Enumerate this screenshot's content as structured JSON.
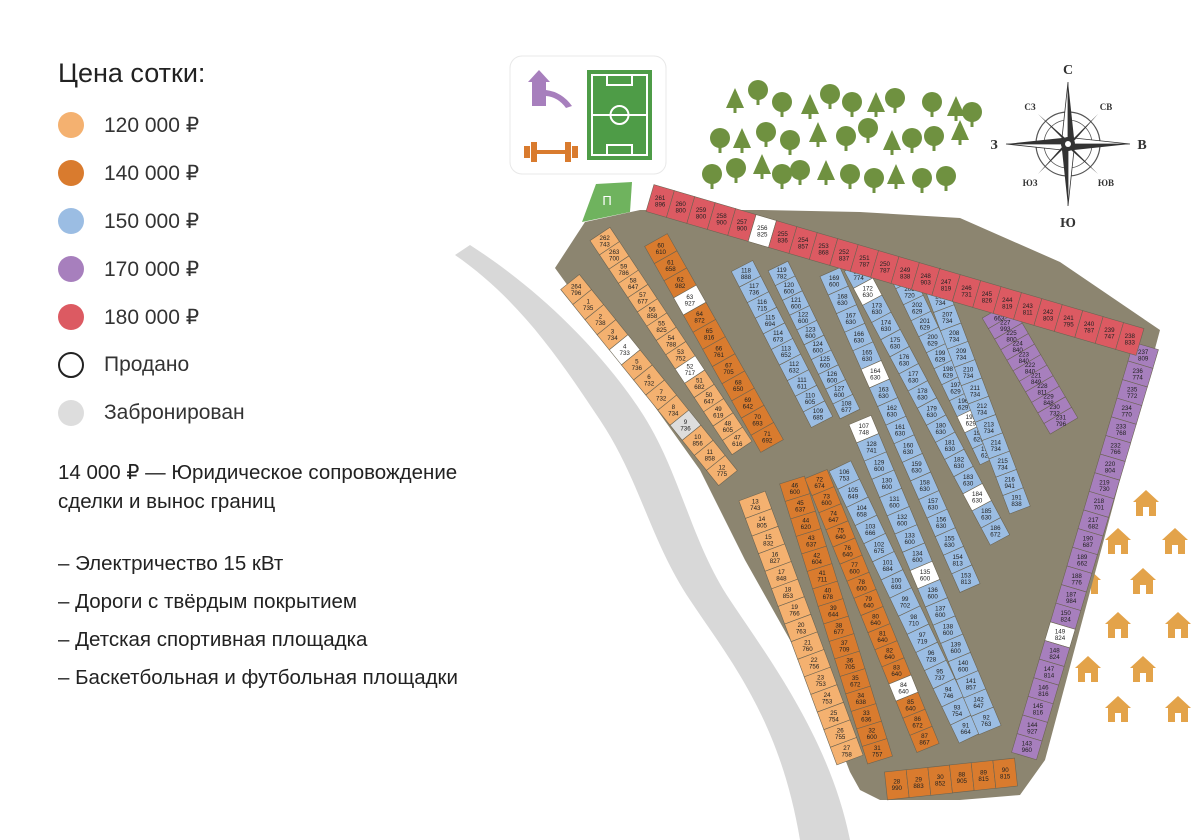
{
  "legend": {
    "title": "Цена сотки:",
    "items": [
      {
        "label": "120 000 ₽",
        "color": "#f4b170",
        "status": "price"
      },
      {
        "label": "140 000 ₽",
        "color": "#d97b2e",
        "status": "price"
      },
      {
        "label": "150 000 ₽",
        "color": "#9bbde3",
        "status": "price"
      },
      {
        "label": "170 000 ₽",
        "color": "#a77fbd",
        "status": "price"
      },
      {
        "label": "180 000 ₽",
        "color": "#dc5a62",
        "status": "price"
      },
      {
        "label": "Продано",
        "color": "#ffffff",
        "status": "sold"
      },
      {
        "label": "Забронирован",
        "color": "#dddddd",
        "status": "reserved"
      }
    ]
  },
  "legal_note": "14 000 ₽ — Юридическое сопровождение сделки и вынос границ",
  "features": [
    "– Электричество 15 кВт",
    "– Дороги с твёрдым покрытием",
    "– Детская спортивная площадка",
    "– Баскетбольная и футбольная площадки"
  ],
  "map": {
    "parking_label": "П",
    "compass": {
      "n": "С",
      "s": "Ю",
      "w": "З",
      "e": "В",
      "nw": "СЗ",
      "ne": "СВ",
      "sw": "ЮЗ",
      "se": "ЮВ"
    },
    "icons": [
      "playground-icon",
      "football-field-icon",
      "dumbbell-icon"
    ],
    "lot_columns": [
      {
        "group": "strip-west",
        "price_index": 0,
        "lots": [
          [
            "264",
            "796"
          ],
          [
            "1",
            "735"
          ],
          [
            "2",
            "738"
          ],
          [
            "3",
            "734"
          ],
          [
            "4",
            "733"
          ],
          [
            "5",
            "736"
          ],
          [
            "6",
            "732"
          ],
          [
            "7",
            "732"
          ],
          [
            "8",
            "734"
          ],
          [
            "9",
            "736"
          ],
          [
            "10",
            "856"
          ],
          [
            "11",
            "858"
          ],
          [
            "12",
            "775"
          ]
        ]
      },
      {
        "group": "strip-west-south",
        "price_index": 0,
        "lots": [
          [
            "13",
            "743"
          ],
          [
            "14",
            "805"
          ],
          [
            "15",
            "832"
          ],
          [
            "16",
            "827"
          ],
          [
            "17",
            "848"
          ],
          [
            "18",
            "853"
          ],
          [
            "19",
            "766"
          ],
          [
            "20",
            "763"
          ],
          [
            "21",
            "760"
          ],
          [
            "22",
            "756"
          ],
          [
            "23",
            "753"
          ],
          [
            "24",
            "753"
          ],
          [
            "25",
            "754"
          ],
          [
            "26",
            "755"
          ],
          [
            "27",
            "758"
          ]
        ]
      },
      {
        "group": "col-a",
        "price_index": 0,
        "lots": [
          [
            "262",
            "743"
          ],
          [
            "263",
            "700"
          ],
          [
            "59",
            "786"
          ],
          [
            "58",
            "647"
          ],
          [
            "57",
            "677"
          ],
          [
            "56",
            "858"
          ],
          [
            "55",
            "825"
          ],
          [
            "54",
            "788"
          ],
          [
            "53",
            "752"
          ],
          [
            "52",
            "717"
          ],
          [
            "51",
            "682"
          ],
          [
            "50",
            "647"
          ],
          [
            "49",
            "619"
          ],
          [
            "48",
            "605"
          ],
          [
            "47",
            "616"
          ]
        ]
      },
      {
        "group": "col-b",
        "price_index": 1,
        "lots": [
          [
            "60",
            "610"
          ],
          [
            "61",
            "658"
          ],
          [
            "62",
            "982"
          ],
          [
            "63",
            "927"
          ],
          [
            "64",
            "872"
          ],
          [
            "65",
            "816"
          ],
          [
            "66",
            "761"
          ],
          [
            "67",
            "705"
          ],
          [
            "68",
            "650"
          ],
          [
            "69",
            "642"
          ],
          [
            "70",
            "693"
          ],
          [
            "71",
            "692"
          ]
        ]
      },
      {
        "group": "col-c",
        "price_index": 1,
        "lots": [
          [
            "46",
            "600"
          ],
          [
            "45",
            "637"
          ],
          [
            "44",
            "620"
          ],
          [
            "43",
            "637"
          ],
          [
            "42",
            "604"
          ],
          [
            "41",
            "711"
          ],
          [
            "40",
            "678"
          ],
          [
            "39",
            "644"
          ],
          [
            "38",
            "677"
          ],
          [
            "37",
            "709"
          ],
          [
            "36",
            "705"
          ],
          [
            "35",
            "672"
          ],
          [
            "34",
            "638"
          ],
          [
            "33",
            "636"
          ],
          [
            "32",
            "600"
          ],
          [
            "31",
            "757"
          ]
        ]
      },
      {
        "group": "col-d",
        "price_index": 1,
        "lots": [
          [
            "72",
            "674"
          ],
          [
            "73",
            "600"
          ],
          [
            "74",
            "647"
          ],
          [
            "75",
            "640"
          ],
          [
            "76",
            "640"
          ],
          [
            "77",
            "600"
          ],
          [
            "78",
            "600"
          ],
          [
            "79",
            "640"
          ],
          [
            "80",
            "640"
          ],
          [
            "81",
            "640"
          ],
          [
            "82",
            "640"
          ],
          [
            "83",
            "640"
          ],
          [
            "84",
            "640"
          ],
          [
            "85",
            "640"
          ],
          [
            "86",
            "672"
          ],
          [
            "87",
            "867"
          ]
        ]
      },
      {
        "group": "col-e",
        "price_index": 2,
        "lots": [
          [
            "118",
            "888"
          ],
          [
            "117",
            "736"
          ],
          [
            "116",
            "715"
          ],
          [
            "115",
            "694"
          ],
          [
            "114",
            "673"
          ],
          [
            "113",
            "652"
          ],
          [
            "112",
            "632"
          ],
          [
            "111",
            "611"
          ],
          [
            "110",
            "605"
          ],
          [
            "109",
            "685"
          ]
        ]
      },
      {
        "group": "col-f",
        "price_index": 2,
        "lots": [
          [
            "119",
            "782"
          ],
          [
            "120",
            "600"
          ],
          [
            "121",
            "600"
          ],
          [
            "122",
            "600"
          ],
          [
            "123",
            "600"
          ],
          [
            "124",
            "600"
          ],
          [
            "125",
            "600"
          ],
          [
            "126",
            "600"
          ],
          [
            "127",
            "600"
          ],
          [
            "108",
            "677"
          ]
        ]
      },
      {
        "group": "col-g",
        "price_index": 2,
        "lots": [
          [
            "106",
            "753"
          ],
          [
            "105",
            "649"
          ],
          [
            "104",
            "658"
          ],
          [
            "103",
            "666"
          ],
          [
            "102",
            "675"
          ],
          [
            "101",
            "684"
          ],
          [
            "100",
            "693"
          ],
          [
            "99",
            "702"
          ],
          [
            "98",
            "710"
          ],
          [
            "97",
            "719"
          ],
          [
            "96",
            "728"
          ],
          [
            "95",
            "737"
          ],
          [
            "94",
            "746"
          ],
          [
            "93",
            "754"
          ],
          [
            "91",
            "664"
          ]
        ]
      },
      {
        "group": "col-h",
        "price_index": 2,
        "lots": [
          [
            "107",
            "748"
          ],
          [
            "128",
            "741"
          ],
          [
            "129",
            "600"
          ],
          [
            "130",
            "600"
          ],
          [
            "131",
            "600"
          ],
          [
            "132",
            "600"
          ],
          [
            "133",
            "600"
          ],
          [
            "134",
            "600"
          ],
          [
            "135",
            "600"
          ],
          [
            "136",
            "600"
          ],
          [
            "137",
            "600"
          ],
          [
            "138",
            "600"
          ],
          [
            "139",
            "600"
          ],
          [
            "140",
            "600"
          ],
          [
            "141",
            "857"
          ],
          [
            "142",
            "647"
          ],
          [
            "92",
            "763"
          ]
        ]
      },
      {
        "group": "col-i",
        "price_index": 2,
        "lots": [
          [
            "169",
            "600"
          ],
          [
            "168",
            "630"
          ],
          [
            "167",
            "630"
          ],
          [
            "166",
            "630"
          ],
          [
            "165",
            "630"
          ],
          [
            "164",
            "630"
          ],
          [
            "163",
            "630"
          ],
          [
            "162",
            "630"
          ],
          [
            "161",
            "630"
          ],
          [
            "160",
            "630"
          ],
          [
            "159",
            "630"
          ],
          [
            "158",
            "630"
          ],
          [
            "157",
            "630"
          ],
          [
            "156",
            "630"
          ],
          [
            "155",
            "630"
          ],
          [
            "154",
            "813"
          ],
          [
            "153",
            "813"
          ]
        ]
      },
      {
        "group": "col-j",
        "price_index": 2,
        "lots": [
          [
            "171",
            "774"
          ],
          [
            "172",
            "630"
          ],
          [
            "173",
            "630"
          ],
          [
            "174",
            "630"
          ],
          [
            "175",
            "630"
          ],
          [
            "176",
            "630"
          ],
          [
            "177",
            "630"
          ],
          [
            "178",
            "630"
          ],
          [
            "179",
            "630"
          ],
          [
            "180",
            "630"
          ],
          [
            "181",
            "630"
          ],
          [
            "182",
            "630"
          ],
          [
            "183",
            "630"
          ],
          [
            "184",
            "630"
          ],
          [
            "185",
            "630"
          ],
          [
            "186",
            "672"
          ]
        ]
      },
      {
        "group": "col-k",
        "price_index": 2,
        "lots": [
          [
            "204",
            "785"
          ],
          [
            "203",
            "720"
          ],
          [
            "202",
            "629"
          ],
          [
            "201",
            "629"
          ],
          [
            "200",
            "629"
          ],
          [
            "199",
            "629"
          ],
          [
            "198",
            "629"
          ],
          [
            "197",
            "629"
          ],
          [
            "196",
            "629"
          ],
          [
            "195",
            "629"
          ],
          [
            "194",
            "629"
          ],
          [
            "193",
            "629"
          ]
        ]
      },
      {
        "group": "col-l",
        "price_index": 2,
        "lots": [
          [
            "205",
            "905"
          ],
          [
            "206",
            "734"
          ],
          [
            "207",
            "734"
          ],
          [
            "208",
            "734"
          ],
          [
            "209",
            "734"
          ],
          [
            "210",
            "734"
          ],
          [
            "211",
            "734"
          ],
          [
            "212",
            "734"
          ],
          [
            "213",
            "734"
          ],
          [
            "214",
            "734"
          ],
          [
            "215",
            "734"
          ],
          [
            "216",
            "941"
          ],
          [
            "191",
            "838"
          ]
        ]
      },
      {
        "group": "col-m",
        "price_index": 3,
        "lots": [
          [
            "226",
            "663"
          ],
          [
            "227",
            "993"
          ],
          [
            "225",
            "800"
          ],
          [
            "224",
            "840"
          ],
          [
            "223",
            "840"
          ],
          [
            "222",
            "840"
          ],
          [
            "221",
            "849"
          ],
          [
            "228",
            "811"
          ],
          [
            "229",
            "848"
          ],
          [
            "230",
            "732"
          ],
          [
            "231",
            "796"
          ]
        ]
      },
      {
        "group": "col-n",
        "price_index": 3,
        "lots": [
          [
            "237",
            "809"
          ],
          [
            "236",
            "774"
          ],
          [
            "235",
            "772"
          ],
          [
            "234",
            "770"
          ],
          [
            "233",
            "768"
          ],
          [
            "232",
            "766"
          ],
          [
            "220",
            "804"
          ],
          [
            "219",
            "730"
          ],
          [
            "218",
            "701"
          ],
          [
            "217",
            "682"
          ],
          [
            "190",
            "687"
          ],
          [
            "189",
            "662"
          ],
          [
            "188",
            "776"
          ],
          [
            "187",
            "984"
          ],
          [
            "150",
            "824"
          ],
          [
            "149",
            "824"
          ],
          [
            "148",
            "824"
          ],
          [
            "147",
            "814"
          ],
          [
            "146",
            "816"
          ],
          [
            "145",
            "816"
          ],
          [
            "144",
            "927"
          ],
          [
            "143",
            "960"
          ]
        ]
      },
      {
        "group": "south-edge",
        "price_index": 1,
        "lots": [
          [
            "28",
            "990"
          ],
          [
            "29",
            "883"
          ],
          [
            "30",
            "852"
          ],
          [
            "88",
            "905"
          ],
          [
            "89",
            "815"
          ],
          [
            "90",
            "815"
          ]
        ]
      },
      {
        "group": "north-edge",
        "price_index": 4,
        "lots": [
          [
            "261",
            "896"
          ],
          [
            "260",
            "800"
          ],
          [
            "259",
            "800"
          ],
          [
            "258",
            "900"
          ],
          [
            "257",
            "900"
          ],
          [
            "256",
            "825"
          ],
          [
            "255",
            "836"
          ],
          [
            "254",
            "857"
          ],
          [
            "253",
            "868"
          ],
          [
            "252",
            "837"
          ],
          [
            "251",
            "787"
          ],
          [
            "250",
            "787"
          ],
          [
            "249",
            "838"
          ],
          [
            "248",
            "903"
          ],
          [
            "247",
            "819"
          ],
          [
            "246",
            "731"
          ],
          [
            "245",
            "826"
          ],
          [
            "244",
            "819"
          ],
          [
            "243",
            "811"
          ],
          [
            "242",
            "803"
          ],
          [
            "241",
            "795"
          ],
          [
            "240",
            "787"
          ],
          [
            "239",
            "747"
          ],
          [
            "238",
            "833"
          ]
        ]
      }
    ],
    "sold_lots": [
      "256",
      "63",
      "52",
      "4",
      "164",
      "172",
      "107",
      "184",
      "195",
      "149",
      "135",
      "84"
    ],
    "reserved_lots": [
      "9"
    ]
  }
}
